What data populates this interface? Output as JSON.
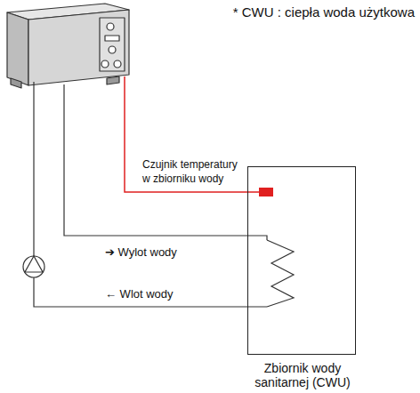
{
  "diagram": {
    "nodes": [
      {
        "text": [
          "Zbiornik wody sanitarnej (CWU)"
        ]
      }
    ],
    "labels": [
      "* CWU : ciepła woda użytkowa",
      "Czujnik temperatury w zbiorniku wody",
      "➔ Wylot wody",
      "← Wlot wody"
    ]
  }
}
